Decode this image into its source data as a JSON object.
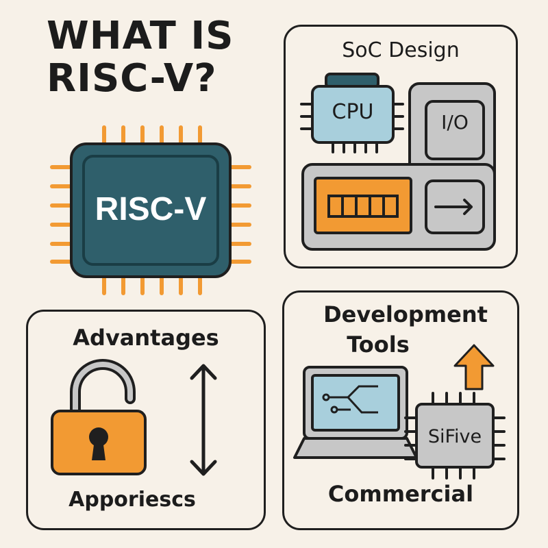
{
  "header": {
    "title": "WHAT IS RISC-V?"
  },
  "chip": {
    "label": "RISC-V",
    "color": "#2f5f6b",
    "pin_color": "#f29a33"
  },
  "soc_panel": {
    "title": "SoC Design",
    "cpu_label": "CPU",
    "io_label": "I/O"
  },
  "advantages_panel": {
    "title": "Advantages",
    "footer": "Apporiescs"
  },
  "tools_panel": {
    "title_line1": "Development",
    "title_line2": "Tools",
    "chip_label": "SiFive",
    "footer": "Commercial"
  },
  "colors": {
    "background": "#f7f1e8",
    "orange": "#f29a33",
    "teal": "#2f5f6b",
    "light_blue": "#a8cfdc",
    "gray": "#c7c7c7",
    "outline": "#1f1f1f"
  }
}
